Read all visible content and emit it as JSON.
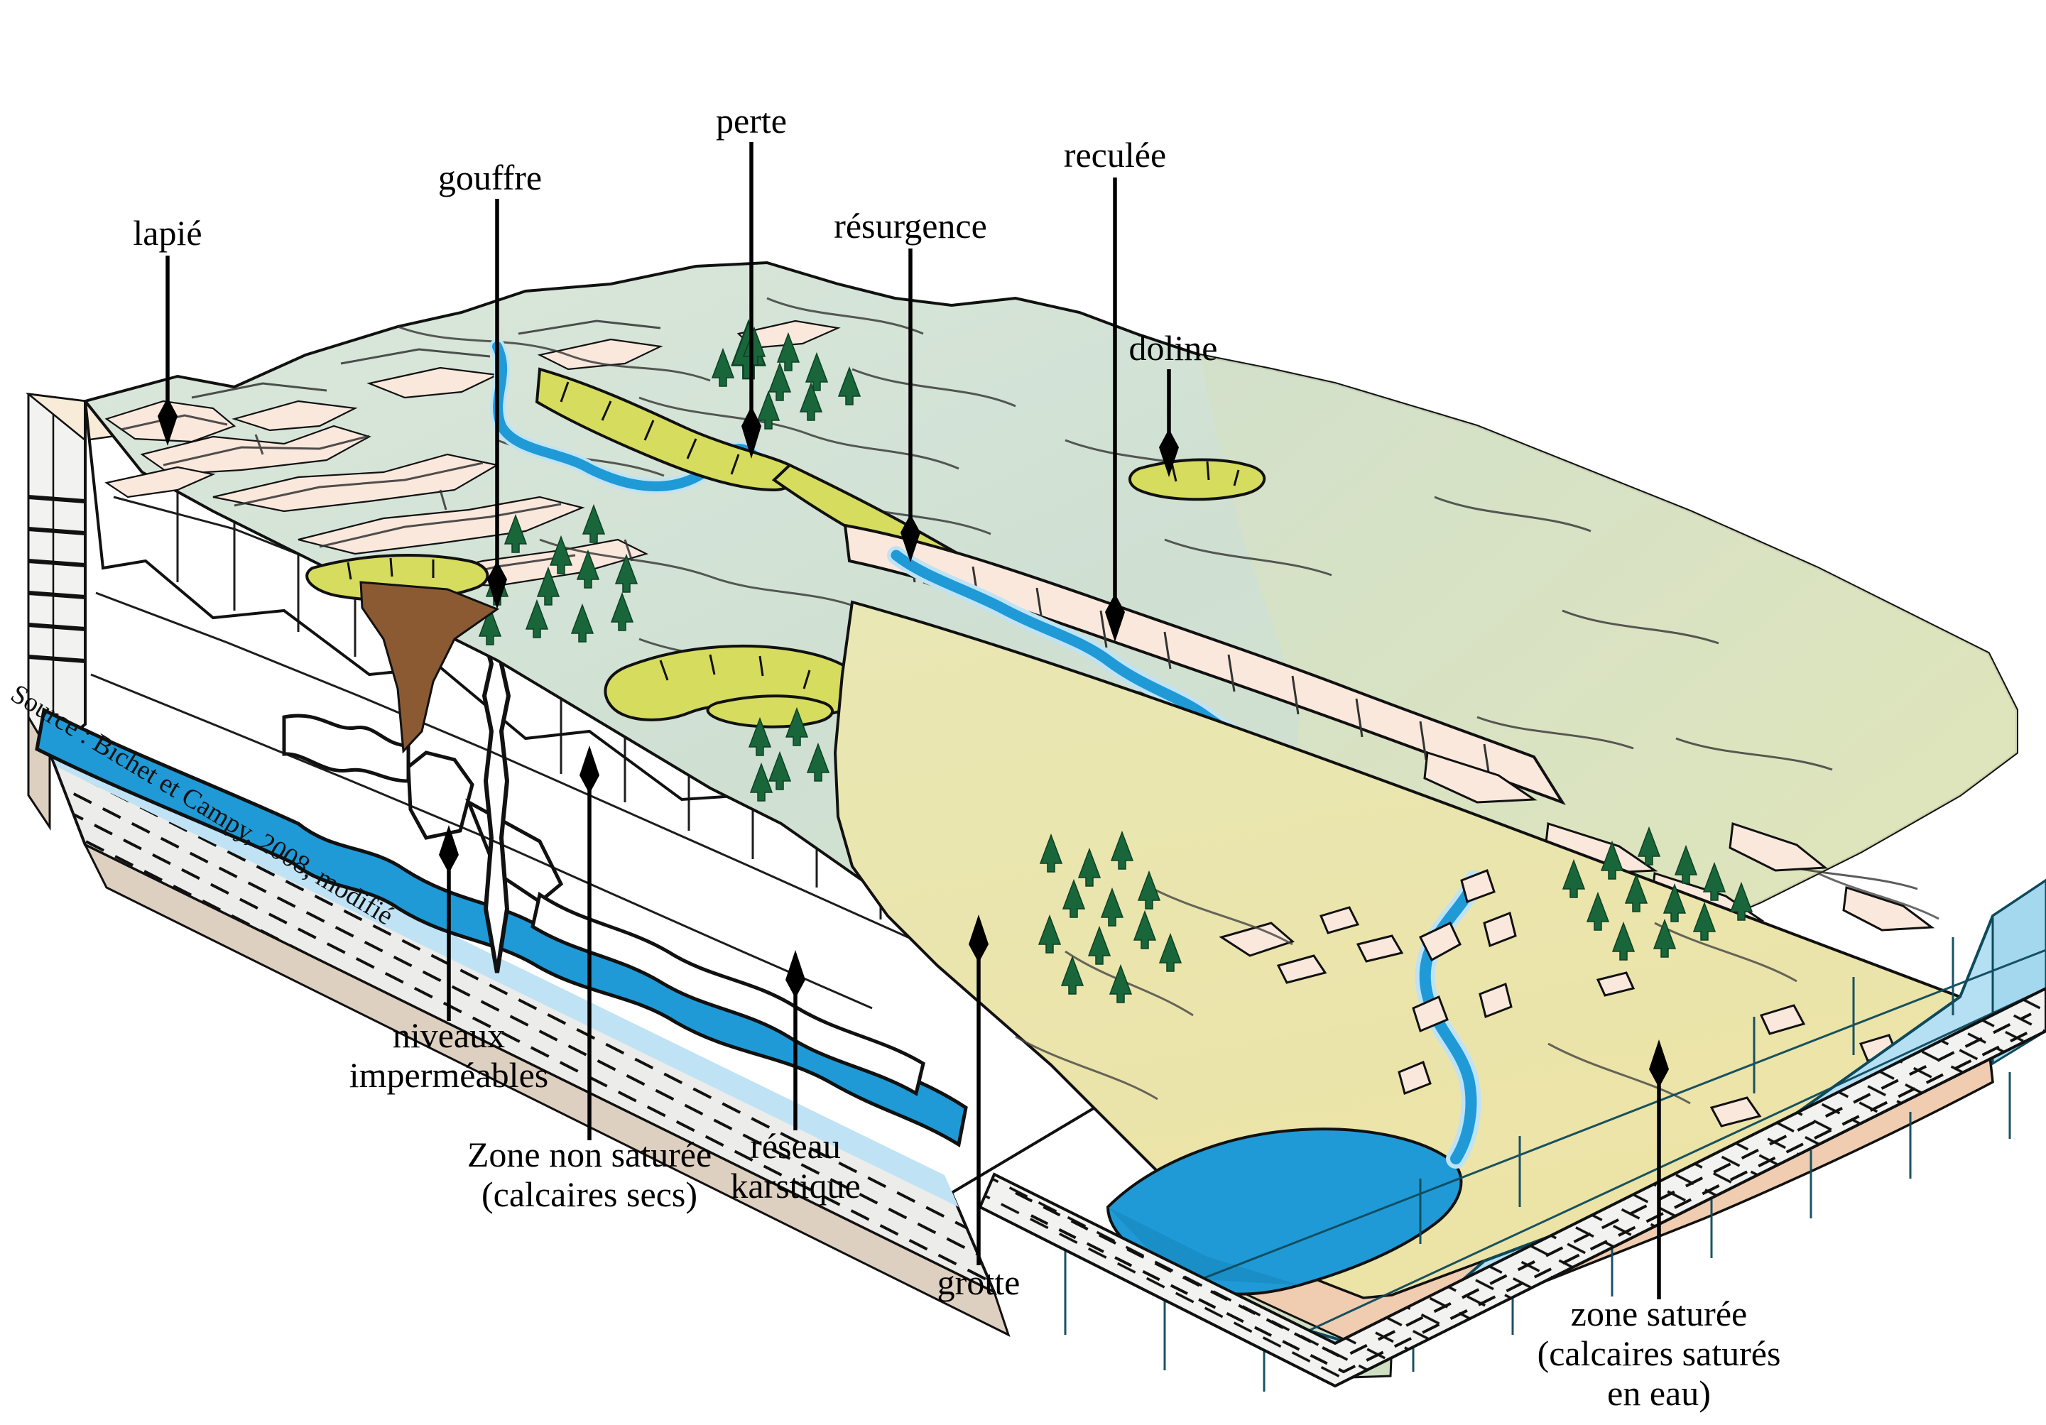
{
  "figure": {
    "type": "block-diagram",
    "subject": "karst hydrogeology block diagram",
    "source_note": "Source : Bichet et Campy, 2008, modifié",
    "language": "fr"
  },
  "labels": {
    "lapie": "lapié",
    "gouffre": "gouffre",
    "perte": "perte",
    "resurgence": "résurgence",
    "reculee": "reculée",
    "doline": "doline",
    "niveaux_l1": "niveaux",
    "niveaux_l2": "imperméables",
    "zns_l1": "Zone non saturée",
    "zns_l2": "(calcaires secs)",
    "reseau_l1": "réseau",
    "reseau_l2": "karstique",
    "grotte": "grotte",
    "zone_saturee_l1": "zone saturée",
    "zone_saturee_l2": "(calcaires saturés",
    "zone_saturee_l3": "en eau)"
  },
  "colors": {
    "plateau_green": "#cfe0d3",
    "plateau_green_light": "#dfe9dc",
    "slope_green": "#d8e2bc",
    "plain_yellow": "#ede5ab",
    "doline_olive": "#d6dc5e",
    "bare_rock_pink": "#fbe8dd",
    "cliff_white": "#ffffff",
    "marl_grey": "#ececeb",
    "marl_tan": "#ded0c0",
    "water_blue": "#1f9ad6",
    "water_light": "#bfe3f5",
    "saturated_blue": "#b5e0f3",
    "tree_green": "#18663a",
    "cave_brown": "#8b5a33",
    "soil_peach": "#f0cdb1",
    "outline": "#111111"
  },
  "features": [
    {
      "name": "lapie",
      "label": "lapié",
      "kind": "karren-field"
    },
    {
      "name": "gouffre",
      "label": "gouffre",
      "kind": "shaft"
    },
    {
      "name": "perte",
      "label": "perte",
      "kind": "sinkhole-stream-swallow"
    },
    {
      "name": "resurgence",
      "label": "résurgence",
      "kind": "spring"
    },
    {
      "name": "reculee",
      "label": "reculée",
      "kind": "box-valley"
    },
    {
      "name": "doline",
      "label": "doline",
      "kind": "closed-depression"
    },
    {
      "name": "niveaux-impermeables",
      "label": "niveaux imperméables",
      "kind": "aquiclude"
    },
    {
      "name": "zone-non-saturee",
      "label": "Zone non saturée (calcaires secs)",
      "kind": "vadose-zone"
    },
    {
      "name": "reseau-karstique",
      "label": "réseau karstique",
      "kind": "conduit-network"
    },
    {
      "name": "grotte",
      "label": "grotte",
      "kind": "cave"
    },
    {
      "name": "zone-saturee",
      "label": "zone saturée (calcaires saturés en eau)",
      "kind": "phreatic-zone"
    }
  ]
}
